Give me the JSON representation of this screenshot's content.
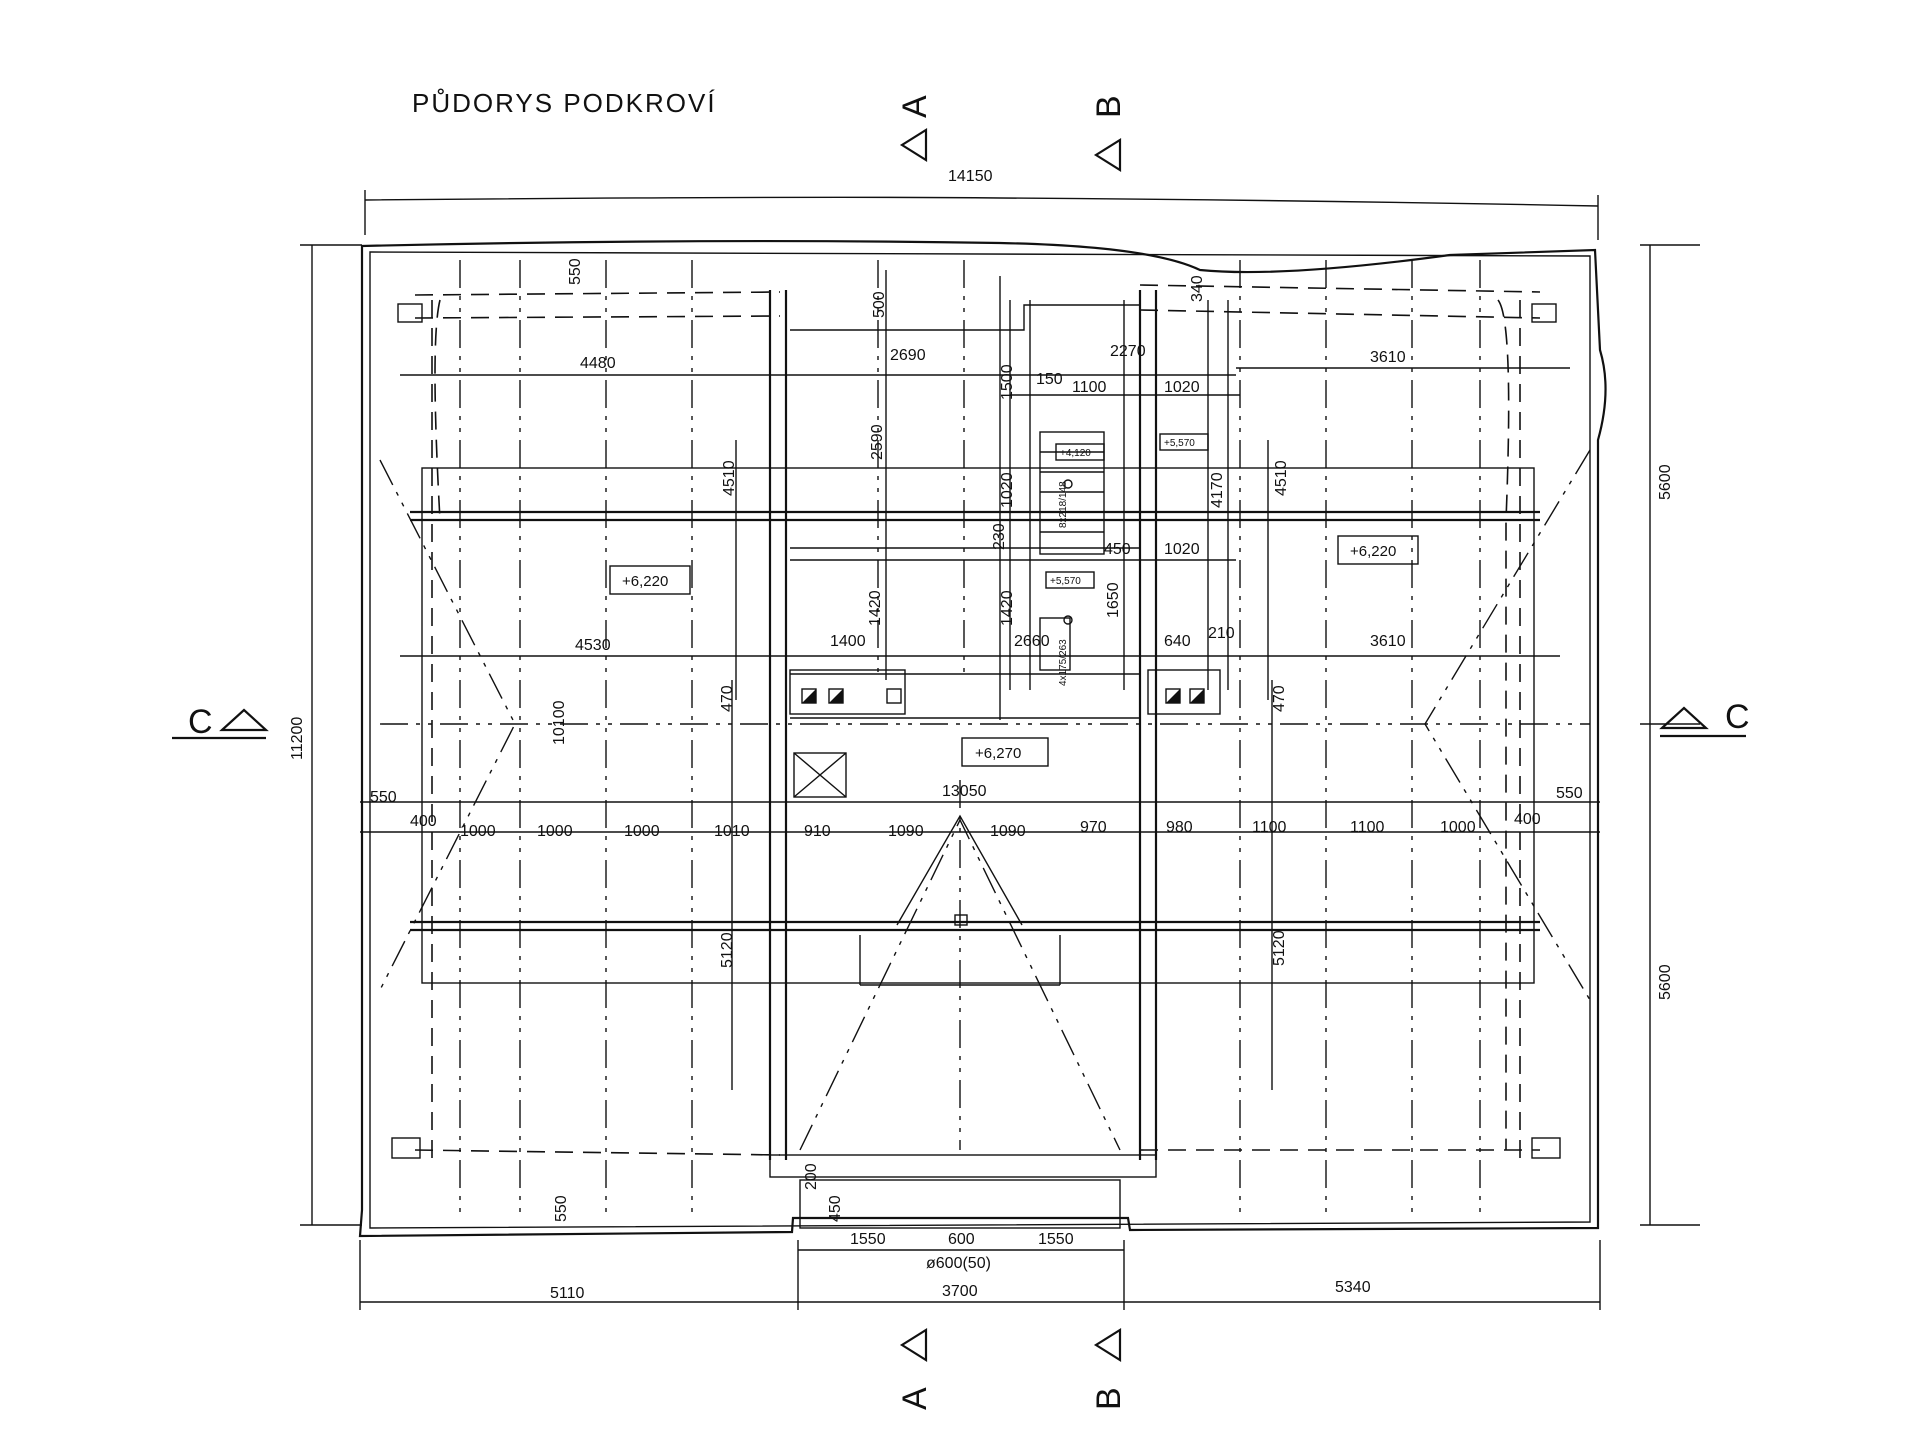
{
  "title": "PŮDORYS PODKROVÍ",
  "section_marks": {
    "a_top": "A",
    "b_top": "B",
    "a_bottom": "A",
    "b_bottom": "B",
    "c_left": "C",
    "c_right": "C"
  },
  "dimensions": {
    "overall_width": "14150",
    "overall_height": "11200",
    "right_upper": "5600",
    "right_lower": "5600",
    "bottom_left": "5110",
    "bottom_mid": "3700",
    "bottom_right": "5340",
    "entry_left": "1550",
    "entry_mid": "600",
    "entry_right": "1550",
    "entry_pipe": "ø600(50)",
    "entry_200": "200",
    "entry_450": "450",
    "top_550": "550",
    "top_500": "500",
    "top_340": "340",
    "row1": [
      "4480",
      "2690",
      "2270",
      "3610"
    ],
    "row2": [
      "150",
      "1100",
      "1020"
    ],
    "v_1500": "1500",
    "v_2590": "2590",
    "v_4510_left": "4510",
    "v_4510_right": "4510",
    "v_4170": "4170",
    "v_1020": "1020",
    "v_230": "230",
    "row3": [
      "450",
      "1020"
    ],
    "v_1420_a": "1420",
    "v_1420_b": "1420",
    "v_1650": "1650",
    "row4": [
      "4530",
      "1400",
      "2660",
      "640",
      "210",
      "3610"
    ],
    "v_470_left": "470",
    "v_470_right": "470",
    "v_10100": "10100",
    "total_13050": "13050",
    "left_550": "550",
    "right_550": "550",
    "left_400": "400",
    "right_400": "400",
    "bottom_row": [
      "1000",
      "1000",
      "1000",
      "1010",
      "910",
      "1090",
      "1090",
      "970",
      "980",
      "1100",
      "1100",
      "1000"
    ],
    "v_5120_left": "5120",
    "v_5120_right": "5120",
    "bottom_550": "550"
  },
  "levels": {
    "left": "+6,220",
    "right": "+6,220",
    "center": "+6,270",
    "stair_top": "+4,120",
    "stair_right": "+5,570",
    "stair_mid": "+5,570"
  },
  "stair_notes": {
    "upper": "8x218/148",
    "lower": "4x175/263"
  }
}
